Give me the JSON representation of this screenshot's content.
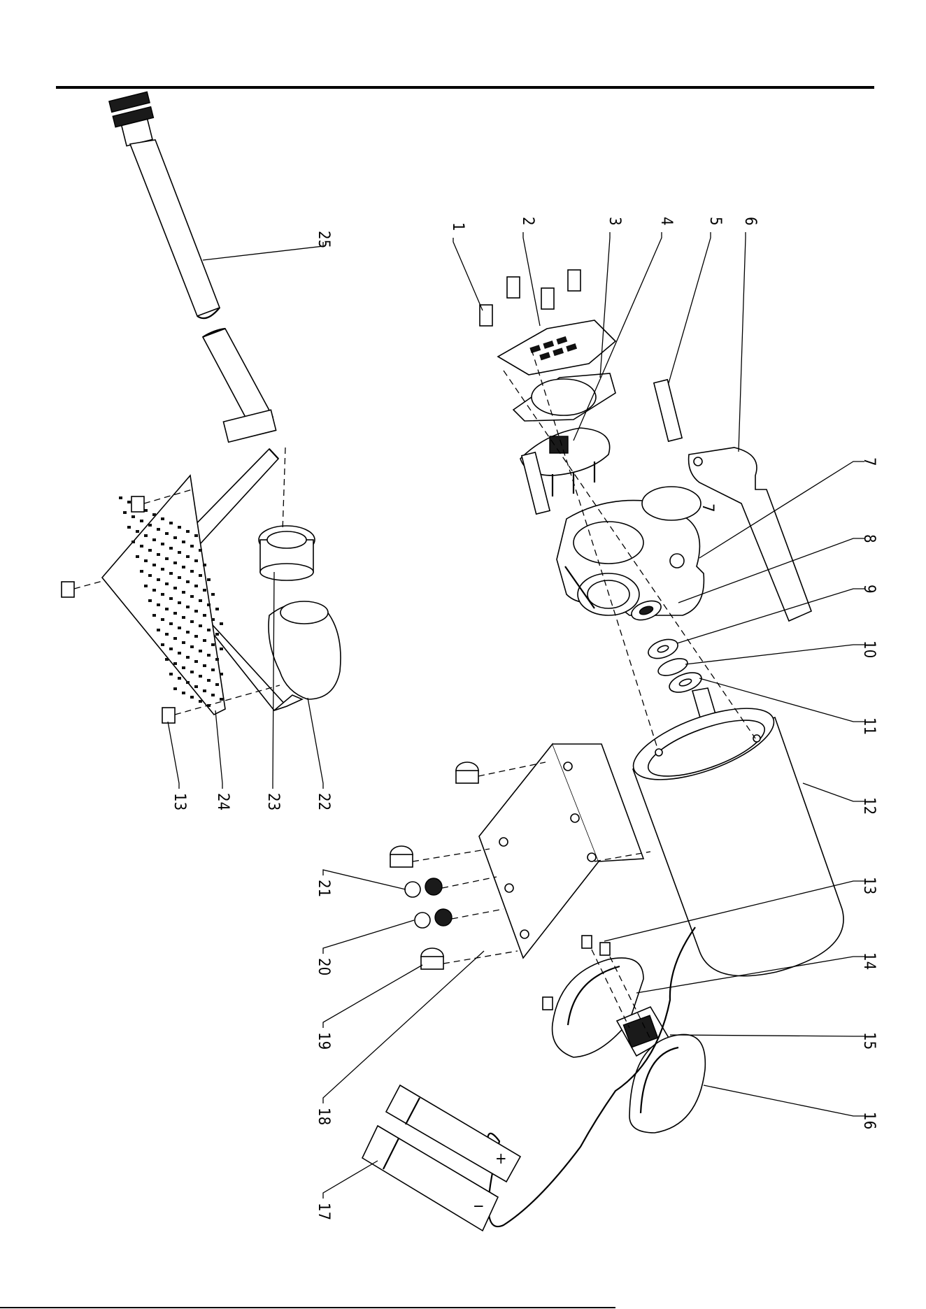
{
  "callouts": [
    {
      "id": "c1",
      "label": "1"
    },
    {
      "id": "c2",
      "label": "2"
    },
    {
      "id": "c3",
      "label": "3"
    },
    {
      "id": "c4",
      "label": "4"
    },
    {
      "id": "c5",
      "label": "5"
    },
    {
      "id": "c6",
      "label": "6"
    },
    {
      "id": "c7",
      "label": "7"
    },
    {
      "id": "c8",
      "label": "8"
    },
    {
      "id": "c9",
      "label": "9"
    },
    {
      "id": "c10",
      "label": "10"
    },
    {
      "id": "c11",
      "label": "11"
    },
    {
      "id": "c12",
      "label": "12"
    },
    {
      "id": "c13a",
      "label": "13"
    },
    {
      "id": "c14",
      "label": "14"
    },
    {
      "id": "c15",
      "label": "15"
    },
    {
      "id": "c16",
      "label": "16"
    },
    {
      "id": "c17",
      "label": "17"
    },
    {
      "id": "c18",
      "label": "18"
    },
    {
      "id": "c19",
      "label": "19"
    },
    {
      "id": "c20",
      "label": "20"
    },
    {
      "id": "c21",
      "label": "21"
    },
    {
      "id": "c22",
      "label": "22"
    },
    {
      "id": "c23",
      "label": "23"
    },
    {
      "id": "c24",
      "label": "24"
    },
    {
      "id": "c13b",
      "label": "13"
    },
    {
      "id": "c25",
      "label": "25"
    }
  ],
  "parts_text": {
    "inline_seven": "7",
    "plus": "+",
    "minus": "−"
  }
}
